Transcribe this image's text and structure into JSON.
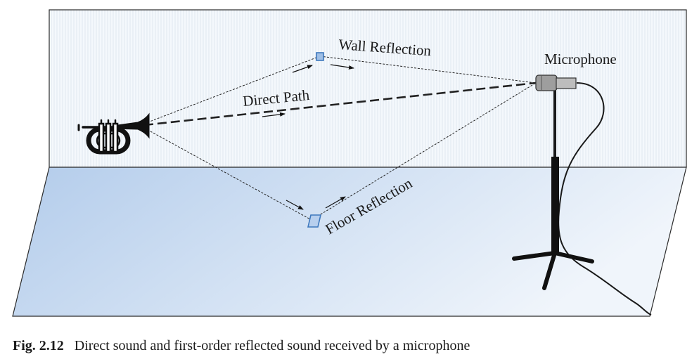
{
  "labels": {
    "wall_reflection": "Wall Reflection",
    "direct_path": "Direct Path",
    "floor_reflection": "Floor Reflection",
    "microphone": "Microphone"
  },
  "caption": {
    "number": "Fig. 2.12",
    "text": "Direct sound and first-order reflected sound received by a microphone"
  },
  "colors": {
    "wall_fill": "#f3f7fc",
    "floor_start": "#b3cceb",
    "floor_end": "#eef3fb",
    "reflector": "#4d86c7"
  }
}
